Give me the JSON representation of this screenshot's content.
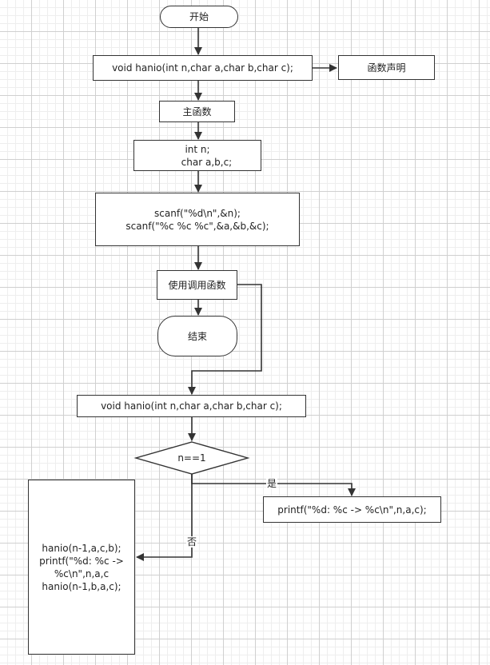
{
  "nodes": {
    "start": "开始",
    "decl_proto": "void hanio(int n,char a,char b,char c);",
    "proto_note": "函数声明",
    "main_func": "主函数",
    "var_decl": "int n;\n      char a,b,c;",
    "scan_input": "scanf(\"%d\\n\",&n);\nscanf(\"%c %c %c\",&a,&b,&c);",
    "call_func": "使用调用函数",
    "end": "结束",
    "func_def": "void hanio(int n,char a,char b,char c);",
    "condition": "n==1",
    "printf_move": "printf(\"%d: %c -> %c\\n\",n,a,c);",
    "recursive_block": "hanio(n-1,a,c,b);\nprintf(\"%d: %c ->\n%c\\n\",n,a,c\nhanio(n-1,b,a,c);"
  },
  "edge_labels": {
    "yes": "是",
    "no": "否"
  }
}
